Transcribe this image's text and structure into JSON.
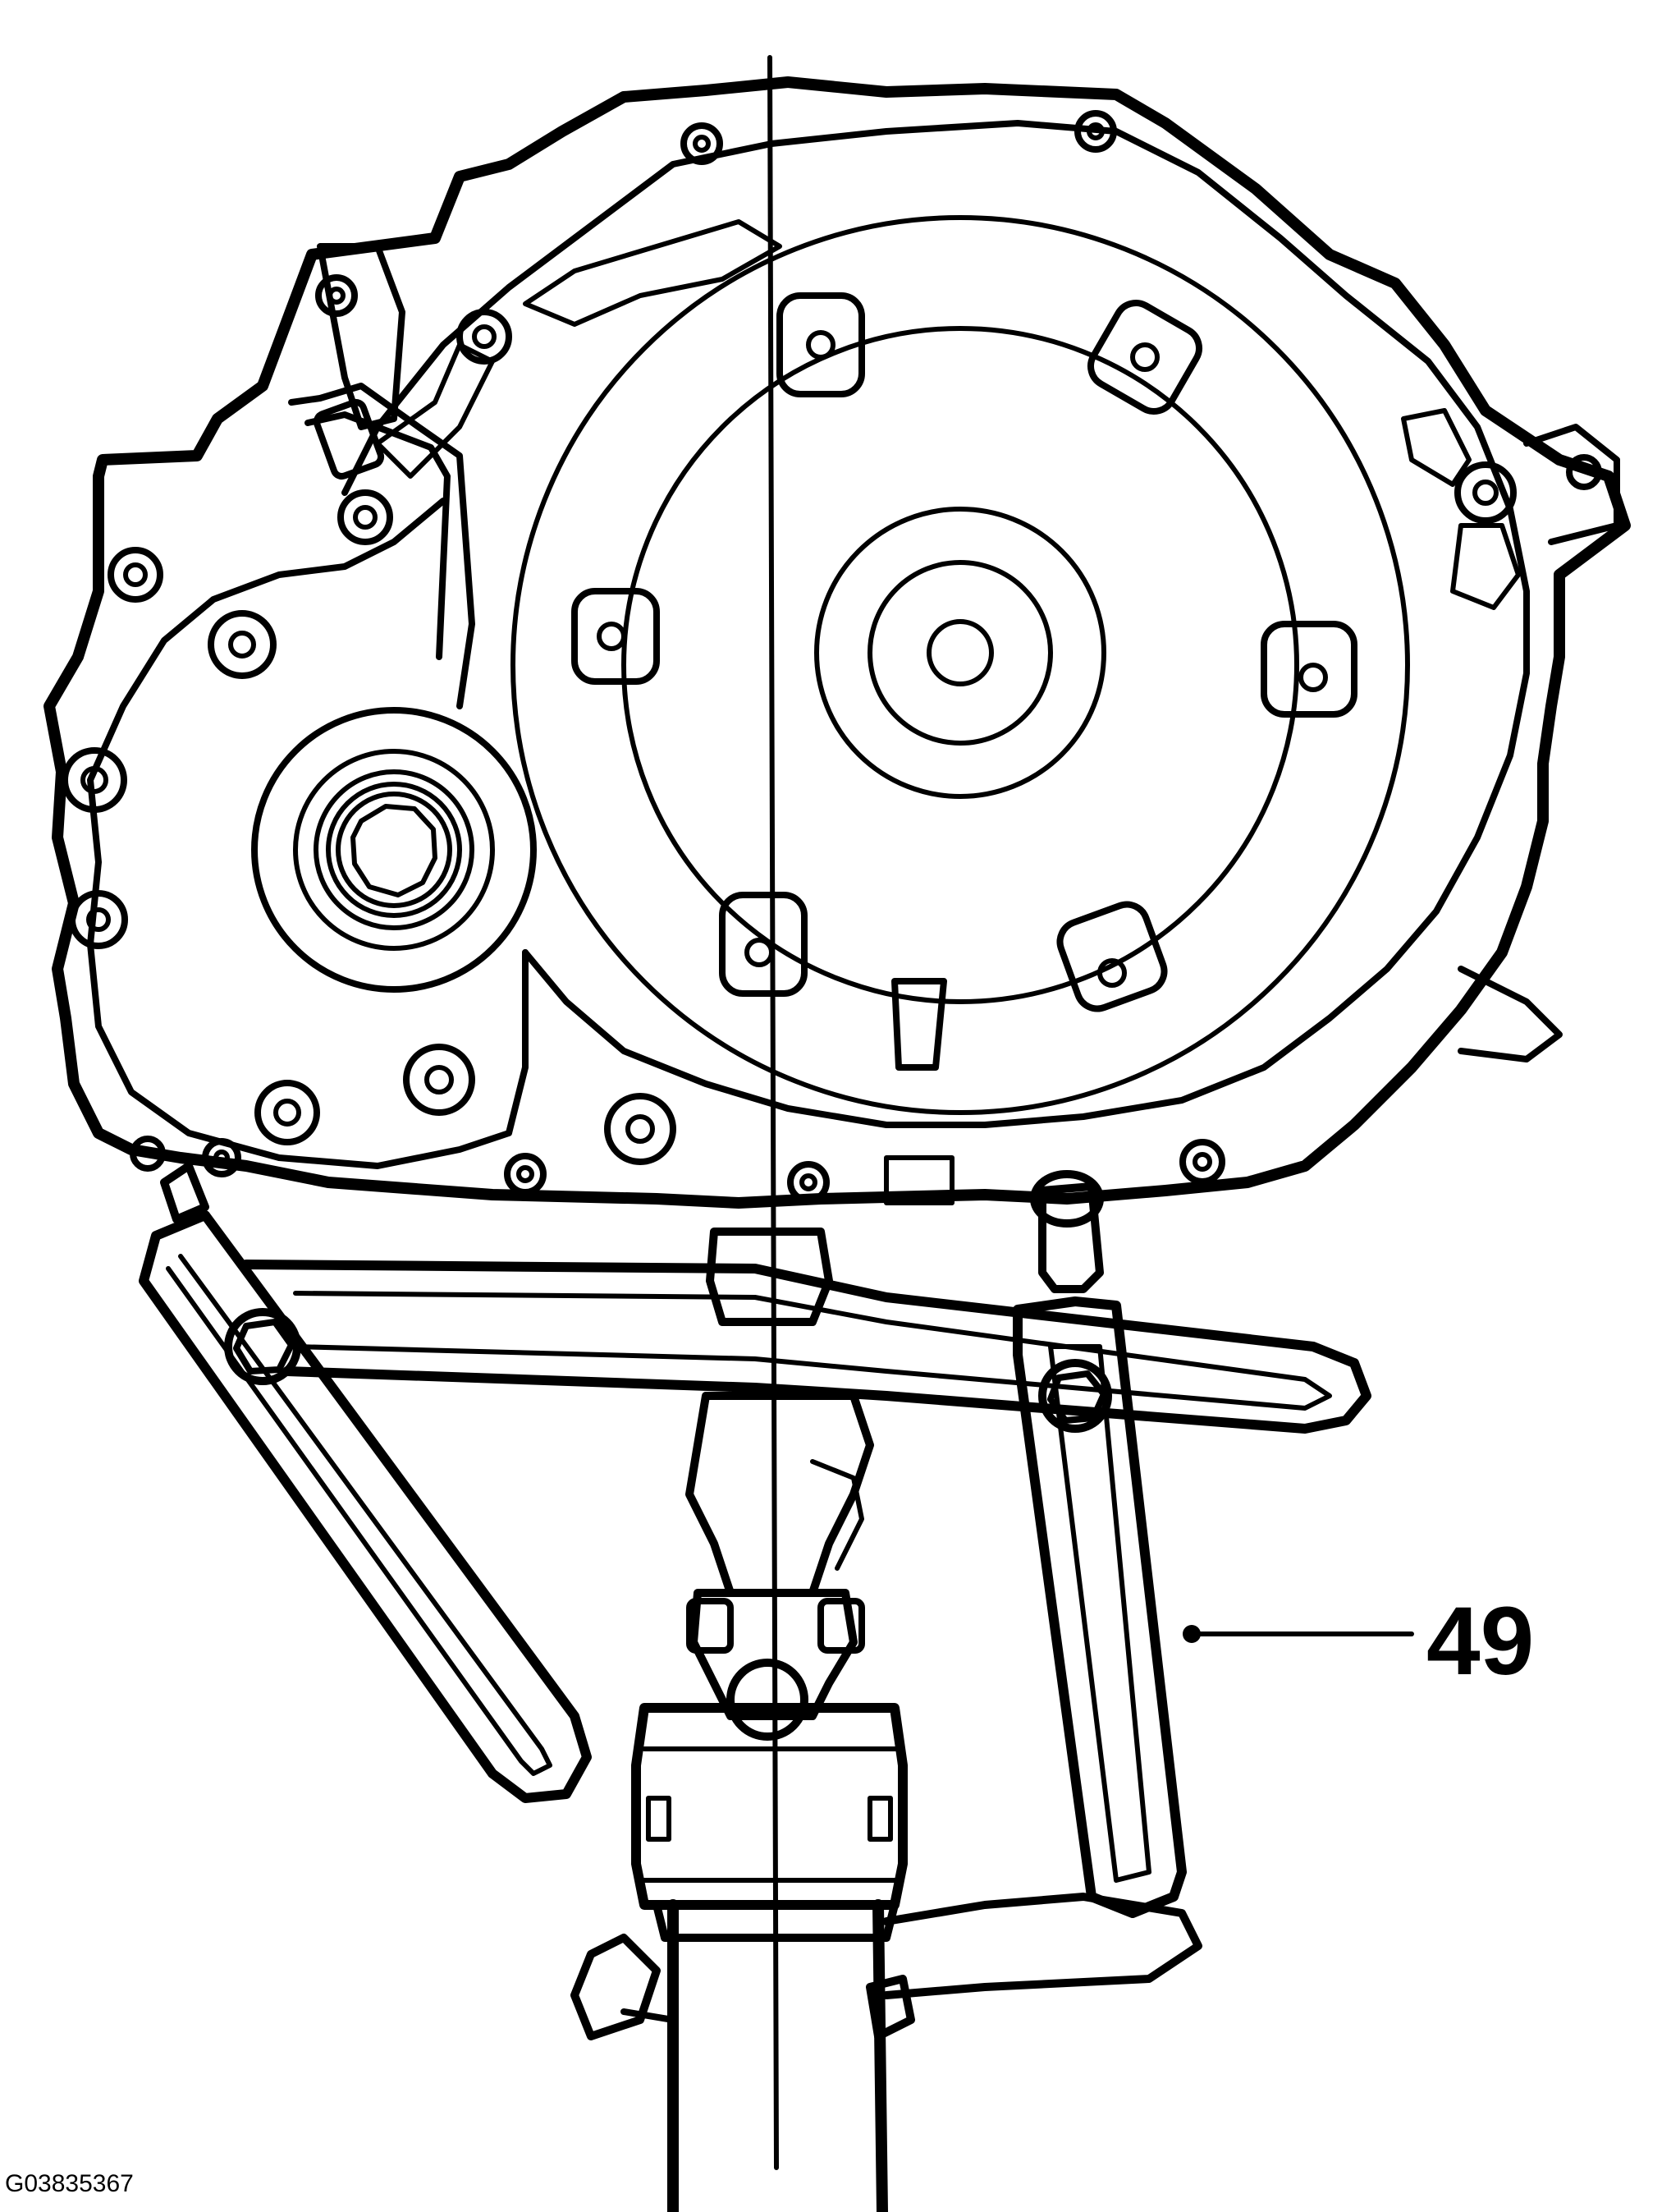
{
  "figure": {
    "callout_label": "49",
    "figure_id": "G03835367"
  },
  "parts": {
    "transmission": "transmission-housing",
    "support_tool": "support-bracket-tool",
    "jack": "transmission-jack"
  },
  "colors": {
    "ink": "#000000",
    "background": "#ffffff"
  }
}
